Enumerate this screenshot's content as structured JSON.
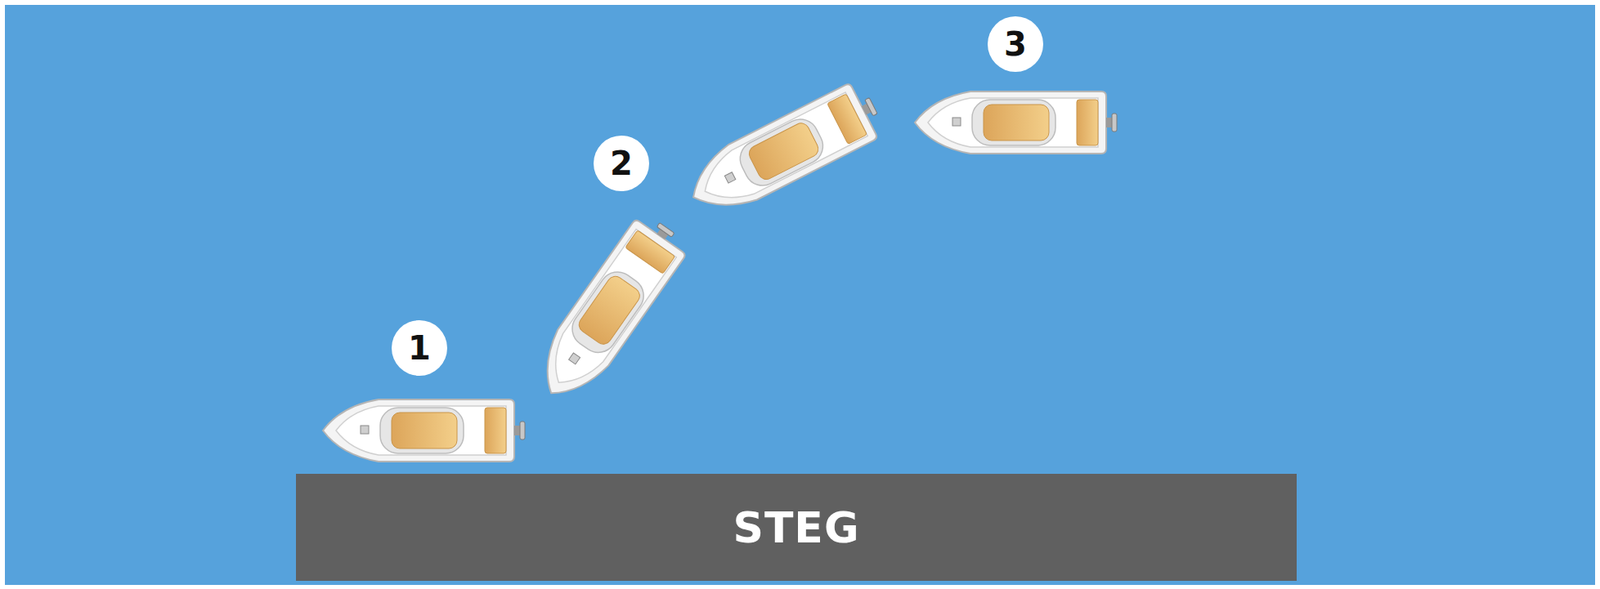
{
  "diagram": {
    "nodes": [
      {
        "text": [
          "STEG"
        ]
      }
    ],
    "labels": [
      "1",
      "2",
      "3"
    ]
  }
}
